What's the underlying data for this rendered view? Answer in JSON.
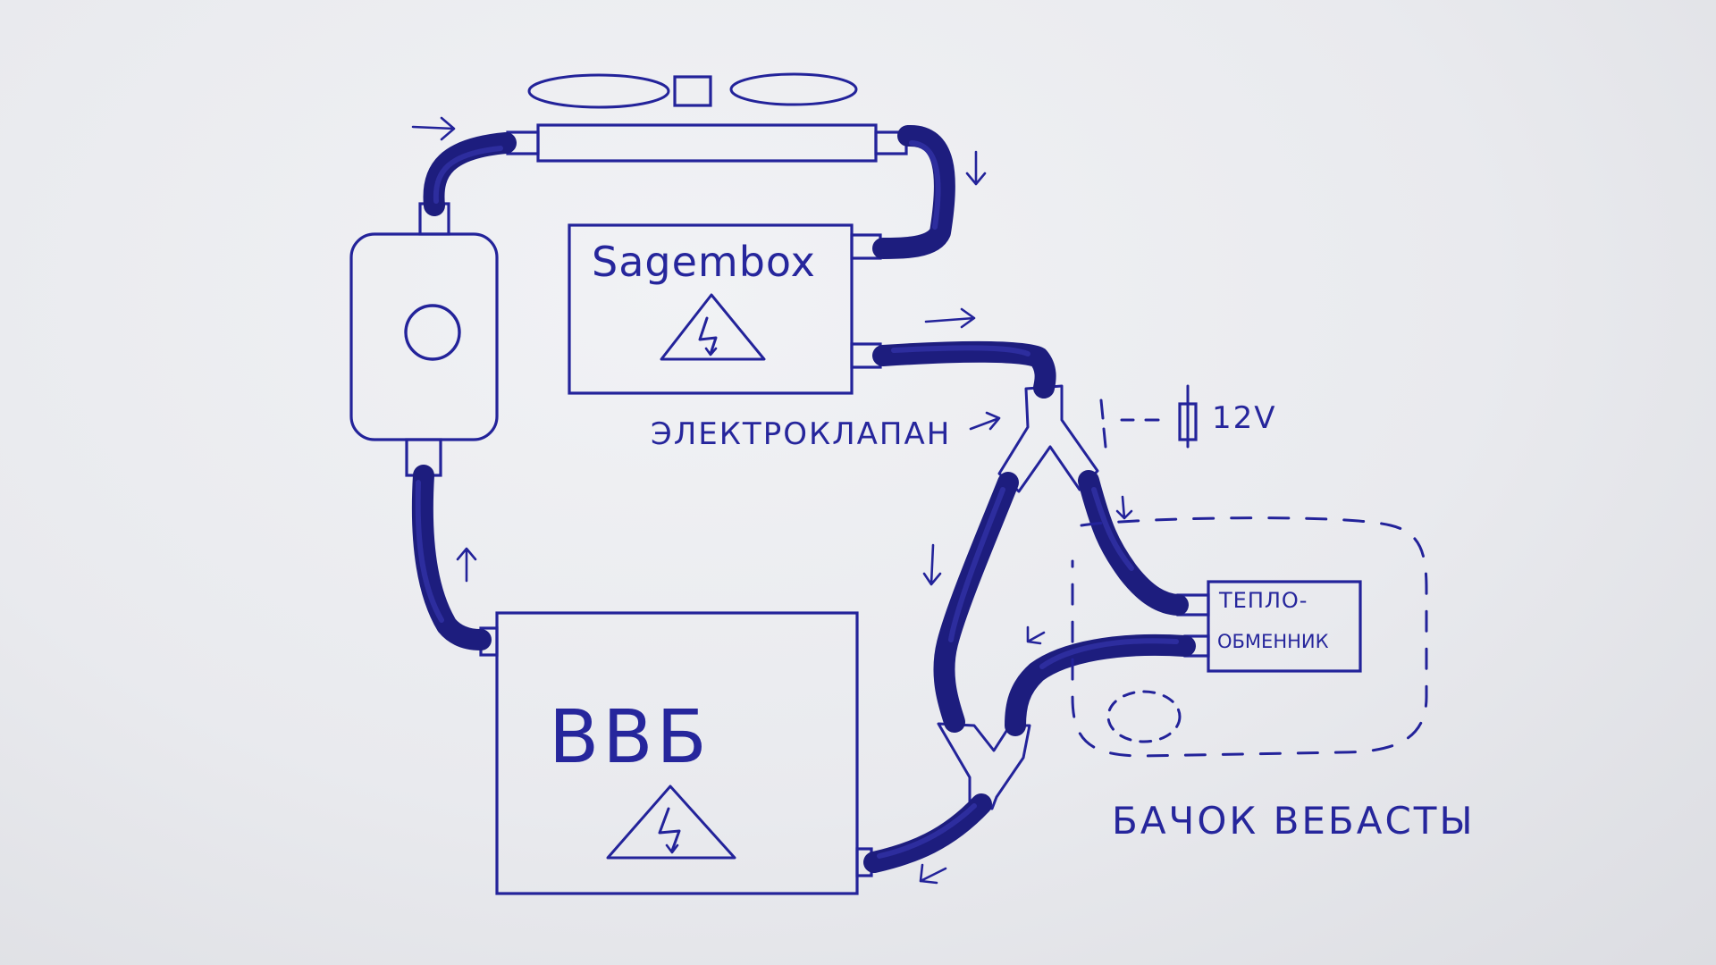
{
  "labels": {
    "sagembox": "Sagembox",
    "valve": "ЭЛЕКТРОКЛАПАН",
    "voltage": "12V",
    "heat_exchanger_line1": "ТЕПЛО-",
    "heat_exchanger_line2": "ОБМЕННИК",
    "battery": "ВВБ",
    "webasto_tank": "БАЧОК ВЕБАСТЫ"
  },
  "colors": {
    "ink": "#23239a",
    "hose": "#1d1d7e",
    "paper": "#eceef1"
  }
}
